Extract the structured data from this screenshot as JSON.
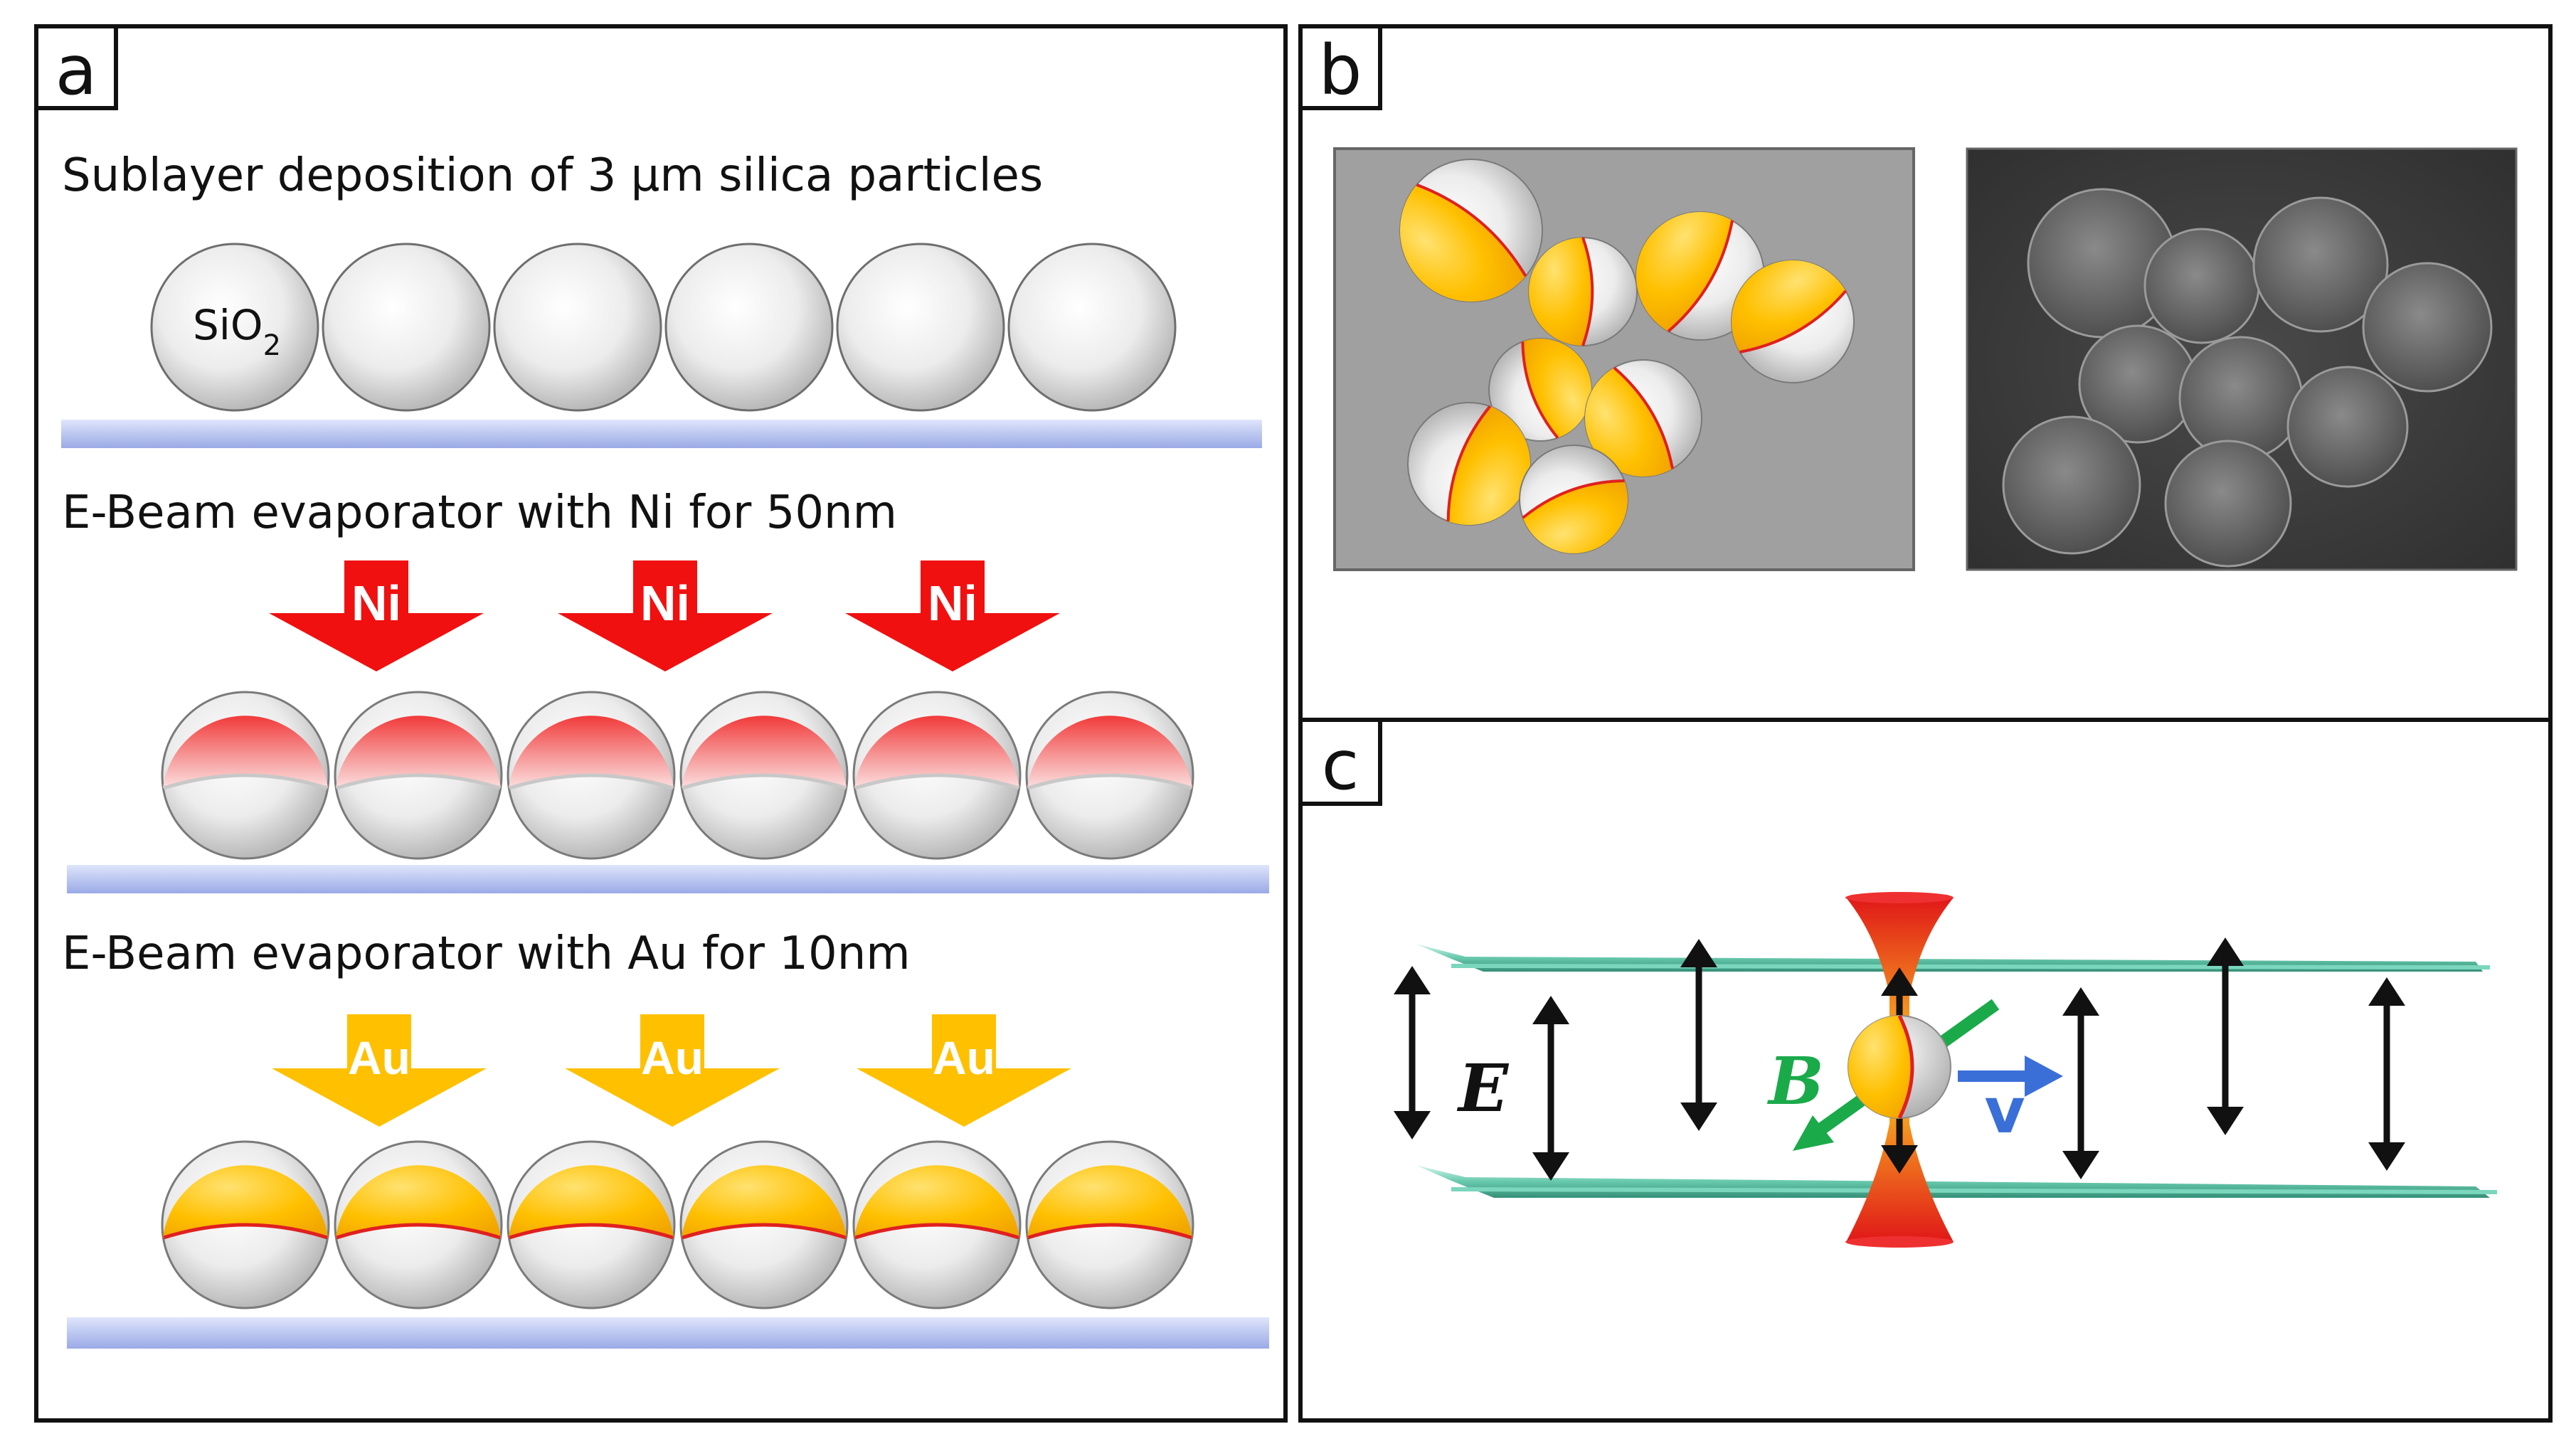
{
  "panels": {
    "a": {
      "letter": "a",
      "steps": [
        {
          "text": "Sublayer deposition of 3 μm silica particles"
        },
        {
          "text": "E-Beam evaporator with Ni for 50nm"
        },
        {
          "text": "E-Beam evaporator with Au for 10nm"
        }
      ],
      "particle_label_main": "SiO",
      "particle_label_sub": "2",
      "ni_arrow_label": "Ni",
      "au_arrow_label": "Au"
    },
    "b": {
      "letter": "b"
    },
    "c": {
      "letter": "c",
      "field_e": "E",
      "field_b": "B",
      "velocity": "v"
    }
  },
  "colors": {
    "ni_red": "#f01010",
    "au_gold": "#ffc000",
    "substrate_blue": "#aab8ee",
    "gray_bg": "#a0a0a0",
    "b_green": "#1aaa4a",
    "v_blue": "#3a6fd8"
  }
}
